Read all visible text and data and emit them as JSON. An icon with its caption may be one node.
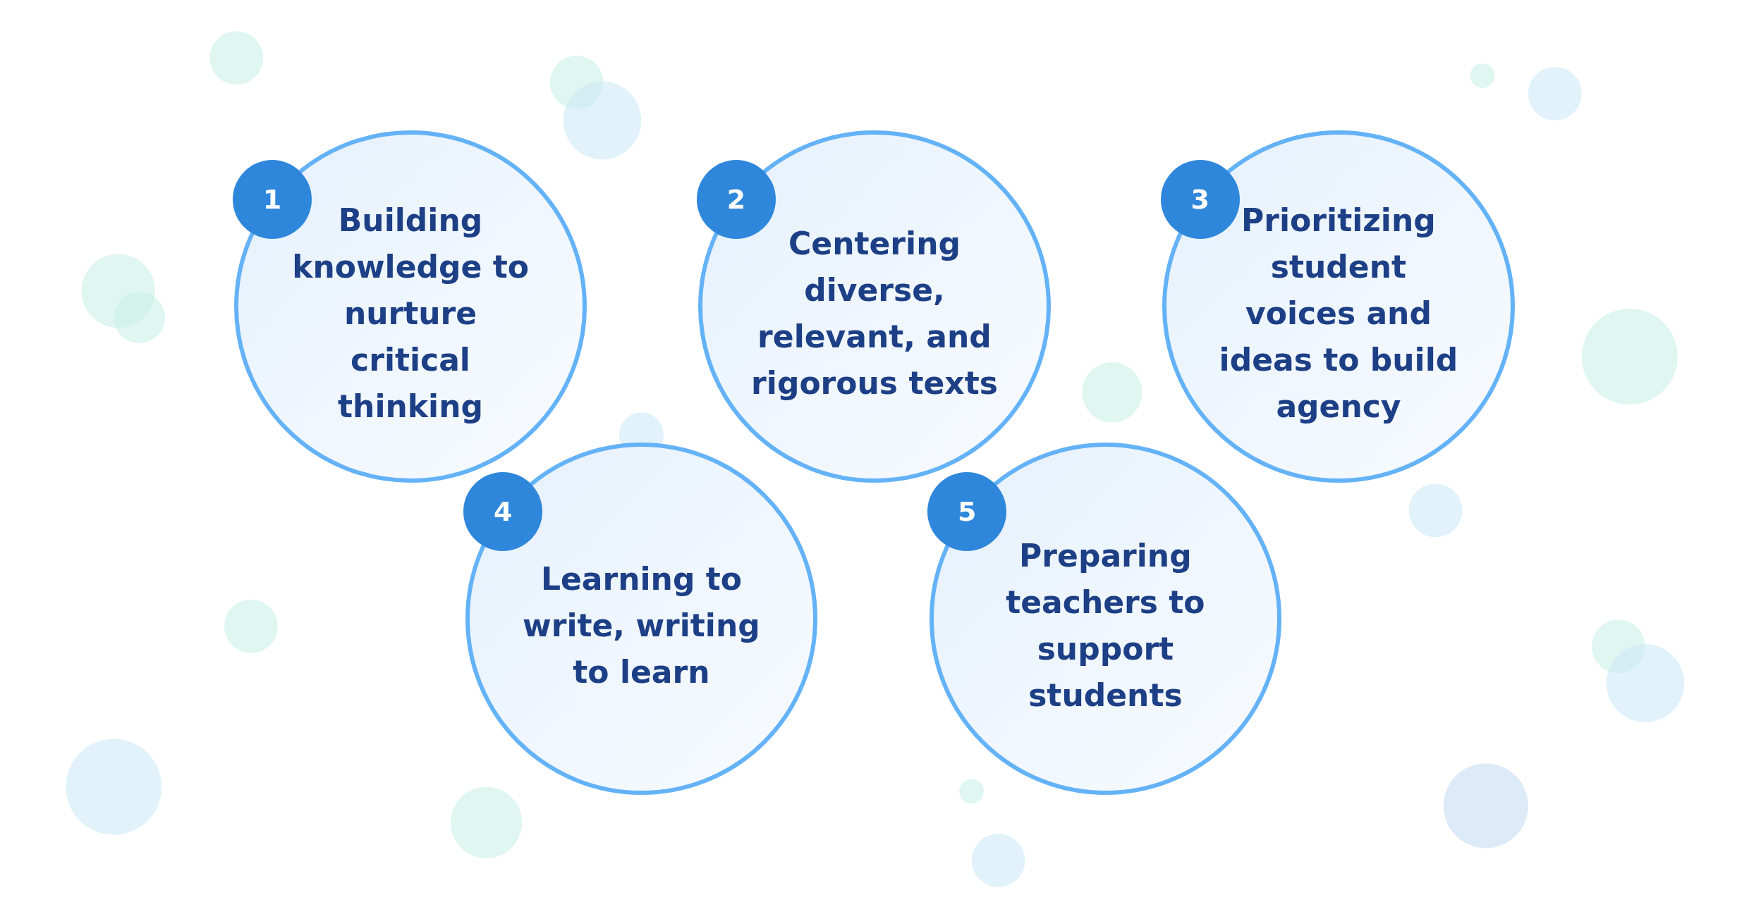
{
  "diagram": {
    "nodes": [
      {
        "text": [
          "1",
          "Building knowledge to nurture critical thinking"
        ]
      },
      {
        "text": [
          "2",
          "Centering diverse, relevant, and rigorous texts"
        ]
      },
      {
        "text": [
          "3",
          "Prioritizing student voices and ideas to build agency"
        ]
      },
      {
        "text": [
          "4",
          "Learning to write, writing to learn"
        ]
      },
      {
        "text": [
          "5",
          "Preparing teachers to support students"
        ]
      }
    ]
  }
}
